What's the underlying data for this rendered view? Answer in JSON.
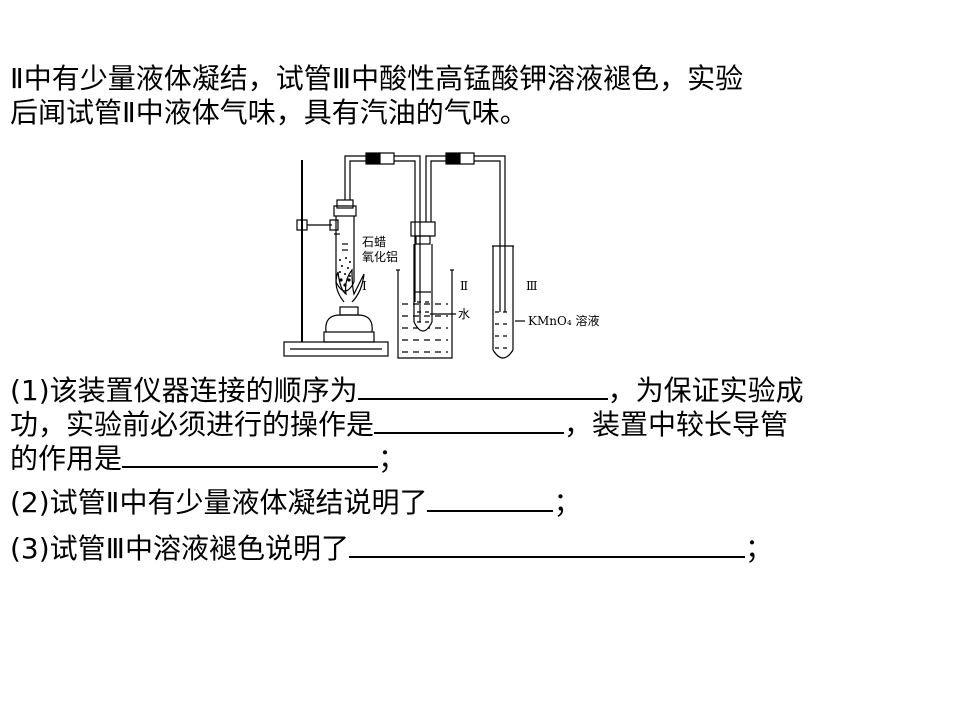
{
  "intro": {
    "line1": "Ⅱ中有少量液体凝结，试管Ⅲ中酸性高锰酸钾溶液褪色，实验",
    "line2": "后闻试管Ⅱ中液体气味，具有汽油的气味。"
  },
  "diagram": {
    "label_paraffin": "石蜡",
    "label_alumina": "氧化铝",
    "label_I": "Ⅰ",
    "label_II": "Ⅱ",
    "label_III": "Ⅲ",
    "label_water": "水",
    "label_kmno4": "KMnO₄ 溶液"
  },
  "questions": {
    "q1_line1_prefix": "(1)该装置仪器连接的顺序为",
    "q1_line1_suffix": "，为保证实验成",
    "q1_line2_prefix": "功，实验前必须进行的操作是",
    "q1_line2_suffix": "，装置中较长导管",
    "q1_line3_prefix": "的作用是",
    "q1_line3_suffix": "；",
    "q2_prefix": "(2)试管Ⅱ中有少量液体凝结说明了",
    "q2_suffix": "；",
    "q3_prefix": "(3)试管Ⅲ中溶液褪色说明了",
    "q3_suffix": "；"
  }
}
